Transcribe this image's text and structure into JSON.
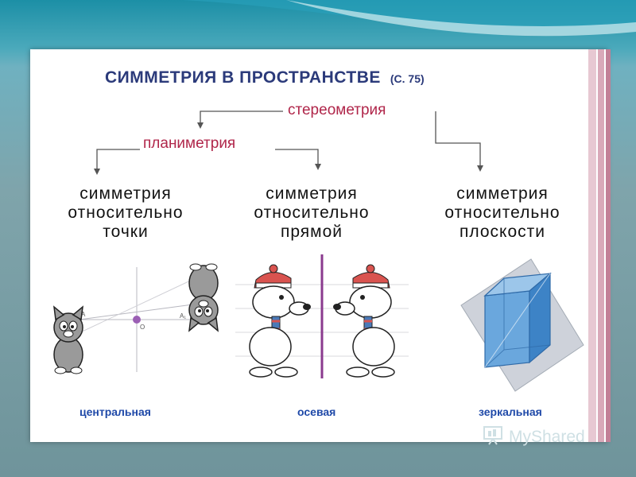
{
  "title": "СИММЕТРИЯ В ПРОСТРАНСТВЕ",
  "title_page": "(С. 75)",
  "branches": {
    "stereometry": "стереометрия",
    "planimetry": "планиметрия"
  },
  "categories": [
    {
      "line1": "симметрия",
      "line2": "относительно",
      "line3": "точки",
      "caption": "центральная"
    },
    {
      "line1": "симметрия",
      "line2": "относительно",
      "line3": "прямой",
      "caption": "осевая"
    },
    {
      "line1": "симметрия",
      "line2": "относительно",
      "line3": "плоскости",
      "caption": "зеркальная"
    }
  ],
  "figure1_labels": {
    "a": "A",
    "o": "O",
    "a1": "A₁"
  },
  "watermark": "MyShared",
  "colors": {
    "title": "#2b3a7a",
    "branch": "#b0264a",
    "caption": "#1f49a8",
    "axis": "#8a3a8e"
  }
}
